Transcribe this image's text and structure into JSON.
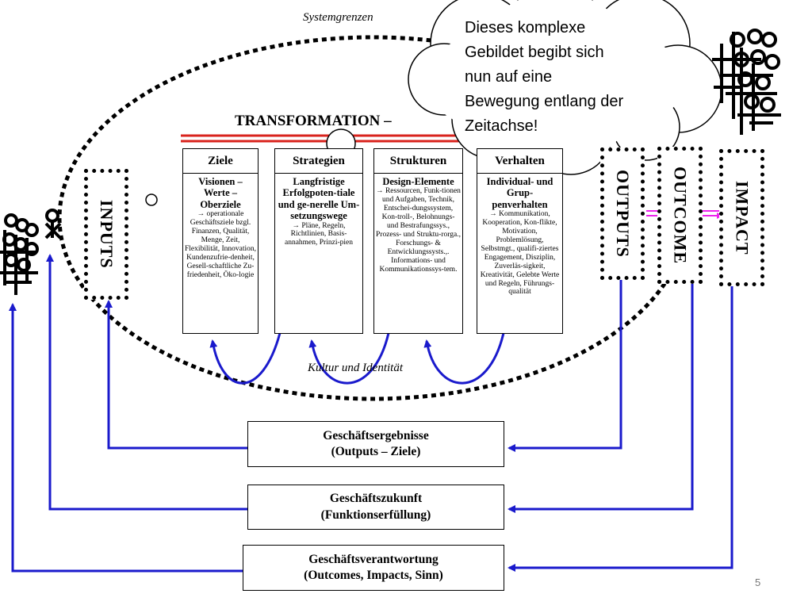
{
  "labels": {
    "system_boundary": "Systemgrenzen",
    "transformation_title": "TRANSFORMATION –",
    "culture_identity": "Kultur und Identität",
    "page_number": "5"
  },
  "columns": [
    {
      "title": "Ziele",
      "main": "Visionen – Werte – Oberziele",
      "detail": "→ operationale Geschäftsziele bzgl. Finanzen, Qualität, Menge, Zeit, Flexibilität, Innovation, Kundenzufrie-denheit, Gesell-schaftliche Zu-friedenheit, Öko-logie"
    },
    {
      "title": "Strategien",
      "main": "Langfristige Erfolgpoten-tiale und ge-nerelle Um-setzungswege",
      "detail": "→ Pläne, Regeln, Richtlinien, Basis-annahmen, Prinzi-pien"
    },
    {
      "title": "Strukturen",
      "main": "Design-Elemente",
      "detail": "→ Ressourcen, Funk-tionen und Aufgaben, Technik, Entschei-dungssystem, Kon-troll-, Belohnungs- und Bestrafungssys., Prozess- und Struktu-rorga., Forschungs- & Entwicklungssysts.,. Informations- und Kommunikationssys-tem."
    },
    {
      "title": "Verhalten",
      "main": "Individual- und Grup-penverhalten",
      "detail": "→ Kommunikation, Kooperation, Kon-flikte, Motivation, Problemlösung, Selbstmgt., qualifi-ziertes Engagement, Disziplin, Zuverläs-sigkeit, Kreativität, Gelebte Werte und Regeln, Führungs-qualität"
    }
  ],
  "side_boxes": {
    "inputs": "INPUTS",
    "outputs": "OUTPUTS",
    "outcome": "OUTCOME",
    "impact": "IMPACT"
  },
  "results": [
    {
      "line1": "Geschäftsergebnisse",
      "line2": "(Outputs – Ziele)"
    },
    {
      "line1": "Geschäftszukunft",
      "line2": "(Funktionserfüllung)"
    },
    {
      "line1": "Geschäftsverantwortung",
      "line2": "(Outcomes, Impacts, Sinn)"
    }
  ],
  "cloud": {
    "lines": [
      "Dieses komplexe",
      "Gebildet begibt sich",
      "nun auf eine",
      "Bewegung entlang der",
      "Zeitachse!"
    ]
  },
  "colors": {
    "feedback_arrow": "#1a1acc",
    "impact_arrow": "#ee22ee",
    "red_rule": "#d9221c"
  }
}
